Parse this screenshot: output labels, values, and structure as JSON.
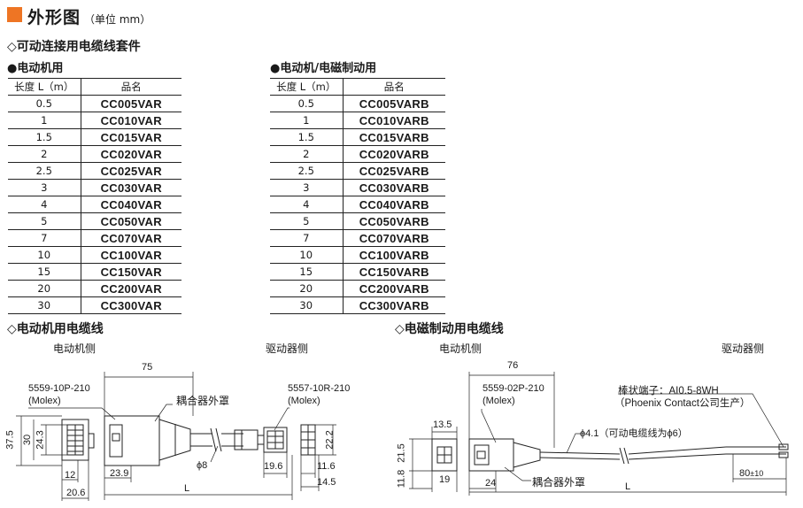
{
  "header": {
    "title": "外形图",
    "unit": "（单位 mm）",
    "accent_color": "#ee7524"
  },
  "kit": {
    "heading": "◇可动连接用电缆线套件",
    "table_headers": [
      "长度 L（m）",
      "品名"
    ],
    "motor": {
      "heading": "●电动机用",
      "rows": [
        {
          "length": "0.5",
          "product": "CC005VAR"
        },
        {
          "length": "1",
          "product": "CC010VAR"
        },
        {
          "length": "1.5",
          "product": "CC015VAR"
        },
        {
          "length": "2",
          "product": "CC020VAR"
        },
        {
          "length": "2.5",
          "product": "CC025VAR"
        },
        {
          "length": "3",
          "product": "CC030VAR"
        },
        {
          "length": "4",
          "product": "CC040VAR"
        },
        {
          "length": "5",
          "product": "CC050VAR"
        },
        {
          "length": "7",
          "product": "CC070VAR"
        },
        {
          "length": "10",
          "product": "CC100VAR"
        },
        {
          "length": "15",
          "product": "CC150VAR"
        },
        {
          "length": "20",
          "product": "CC200VAR"
        },
        {
          "length": "30",
          "product": "CC300VAR"
        }
      ]
    },
    "brake": {
      "heading": "●电动机/电磁制动用",
      "rows": [
        {
          "length": "0.5",
          "product": "CC005VARB"
        },
        {
          "length": "1",
          "product": "CC010VARB"
        },
        {
          "length": "1.5",
          "product": "CC015VARB"
        },
        {
          "length": "2",
          "product": "CC020VARB"
        },
        {
          "length": "2.5",
          "product": "CC025VARB"
        },
        {
          "length": "3",
          "product": "CC030VARB"
        },
        {
          "length": "4",
          "product": "CC040VARB"
        },
        {
          "length": "5",
          "product": "CC050VARB"
        },
        {
          "length": "7",
          "product": "CC070VARB"
        },
        {
          "length": "10",
          "product": "CC100VARB"
        },
        {
          "length": "15",
          "product": "CC150VARB"
        },
        {
          "length": "20",
          "product": "CC200VARB"
        },
        {
          "length": "30",
          "product": "CC300VARB"
        }
      ]
    }
  },
  "motor_cable": {
    "heading": "◇电动机用电缆线",
    "motor_side": "电动机侧",
    "driver_side": "驱动器侧",
    "connector_motor": "5559-10P-210",
    "connector_motor_maker": "(Molex)",
    "connector_driver": "5557-10R-210",
    "connector_driver_maker": "(Molex)",
    "coupler_cover": "耦合器外罩",
    "dims": {
      "d75": "75",
      "d37_5": "37.5",
      "d30": "30",
      "d24_3": "24.3",
      "d12": "12",
      "d20_6": "20.6",
      "d23_9": "23.9",
      "d8": "ϕ8",
      "d22_2": "22.2",
      "d19_6": "19.6",
      "d11_6": "11.6",
      "d14_5": "14.5",
      "L": "L"
    }
  },
  "brake_cable": {
    "heading": "◇电磁制动用电缆线",
    "motor_side": "电动机侧",
    "driver_side": "驱动器侧",
    "connector": "5559-02P-210",
    "connector_maker": "(Molex)",
    "terminal": "棒状端子：AI0.5-8WH",
    "terminal_maker": "（Phoenix Contact公司生产）",
    "cable_dia": "ϕ4.1（可动电缆线为ϕ6）",
    "coupler_cover": "耦合器外罩",
    "dims": {
      "d76": "76",
      "d13_5": "13.5",
      "d21_5": "21.5",
      "d11_8": "11.8",
      "d19": "19",
      "d24": "24",
      "d80": "80",
      "d80_tol": "±10",
      "L": "L"
    }
  }
}
